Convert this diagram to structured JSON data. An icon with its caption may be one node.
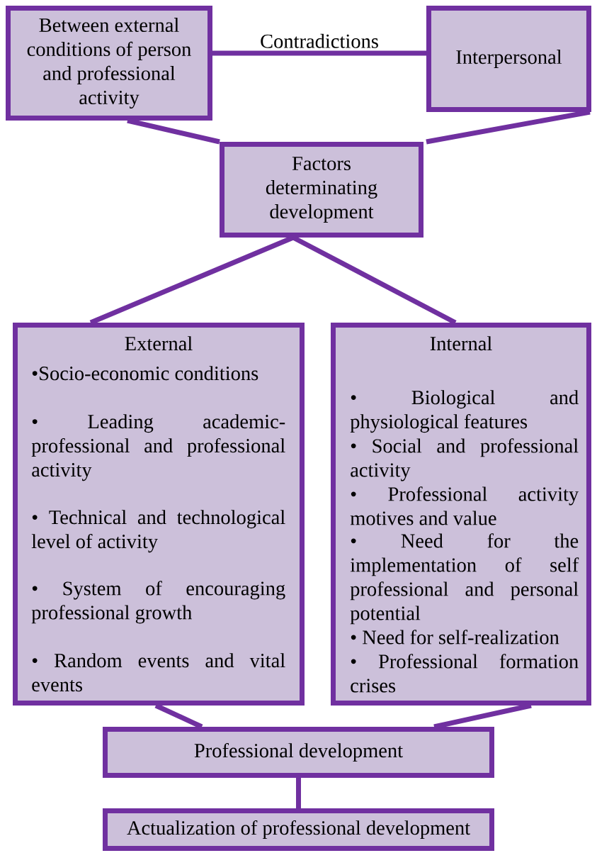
{
  "diagram": {
    "nodes": [
      {
        "text": [
          "Between external conditions of person and professional activity"
        ]
      },
      {
        "text": [
          "Interpersonal"
        ]
      },
      {
        "text": [
          "Factors determinating development"
        ]
      },
      {
        "text": [
          "External",
          "•Socio-economic conditions",
          "• Leading academic-professional and professional activity",
          "• Technical and technological level of activity",
          "• System of encouraging professional growth",
          "• Random events and vital events"
        ]
      },
      {
        "text": [
          "Internal",
          "• Biological and physiological features",
          "• Social and professional activity",
          "• Professional activity motives and value",
          "• Need for the implementation of self professional and personal potential",
          "• Need for self-realization",
          "• Professional formation crises"
        ]
      },
      {
        "text": [
          "Professional development"
        ]
      },
      {
        "text": [
          "Actualization of professional development"
        ]
      }
    ],
    "edges": [
      {
        "from": 0,
        "to": 1,
        "arrow": "none",
        "label": "Contradictions"
      },
      {
        "from": 0,
        "to": 2,
        "arrow": "none"
      },
      {
        "from": 1,
        "to": 2,
        "arrow": "none"
      },
      {
        "from": 2,
        "to": 3,
        "arrow": "none"
      },
      {
        "from": 2,
        "to": 4,
        "arrow": "none"
      },
      {
        "from": 3,
        "to": 5,
        "arrow": "none"
      },
      {
        "from": 4,
        "to": 5,
        "arrow": "none"
      },
      {
        "from": 5,
        "to": 6,
        "arrow": "none"
      }
    ]
  }
}
